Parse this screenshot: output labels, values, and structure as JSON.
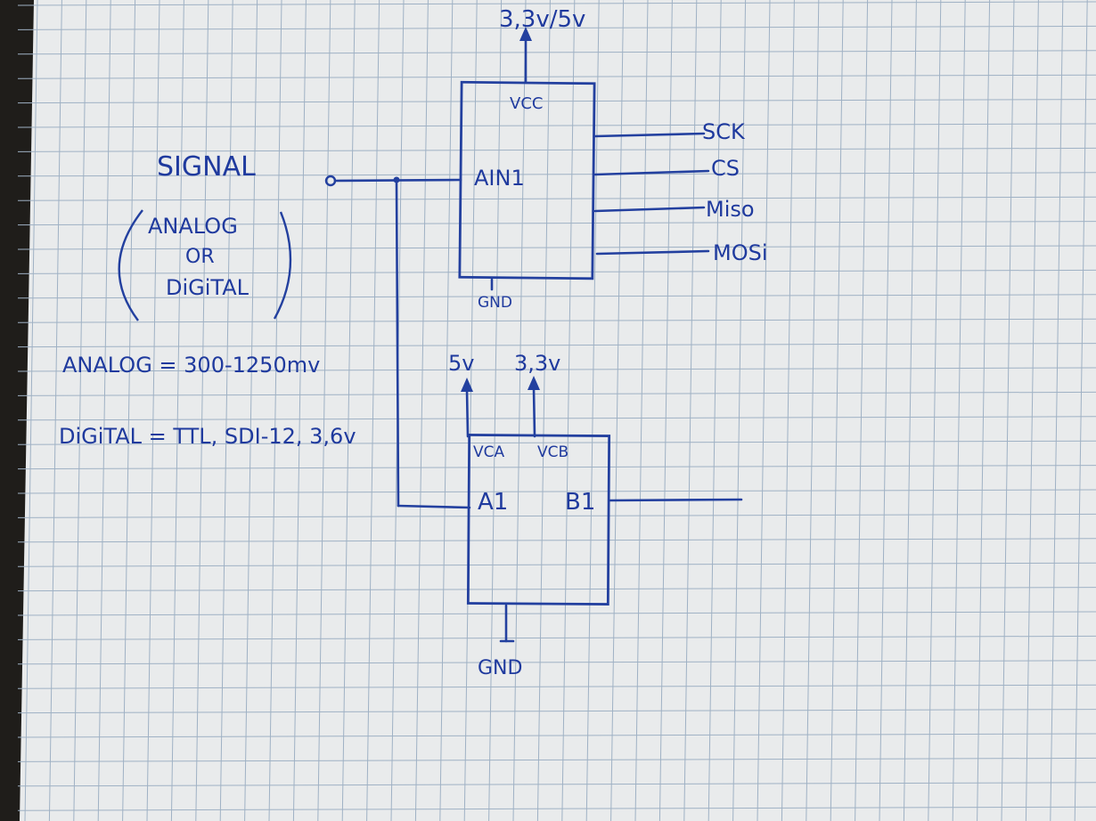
{
  "colors": {
    "ink": "#1f3a9e",
    "paper": "#e9ebec",
    "grid": "#9fb1c4",
    "table": "#1f1d1a"
  },
  "power_top": "3,3v/5v",
  "adc_chip": {
    "vcc_label": "VCC",
    "input_label": "AIN1",
    "gnd_label": "GND",
    "pins": [
      "SCK",
      "CS",
      "Miso",
      "MOSi"
    ]
  },
  "signal": {
    "label": "SIGNAL",
    "note_lines": [
      "ANALOG",
      "OR",
      "DiGiTAL"
    ]
  },
  "notes": {
    "analog": "ANALOG = 300-1250mv",
    "digital": "DiGiTAL = TTL, SDI-12, 3,6v"
  },
  "level_shifter": {
    "supply_a": "5v",
    "supply_b": "3,3v",
    "vca_label": "VCA",
    "vcb_label": "VCB",
    "a_label": "A1",
    "b_label": "B1",
    "gnd_label": "GND"
  }
}
